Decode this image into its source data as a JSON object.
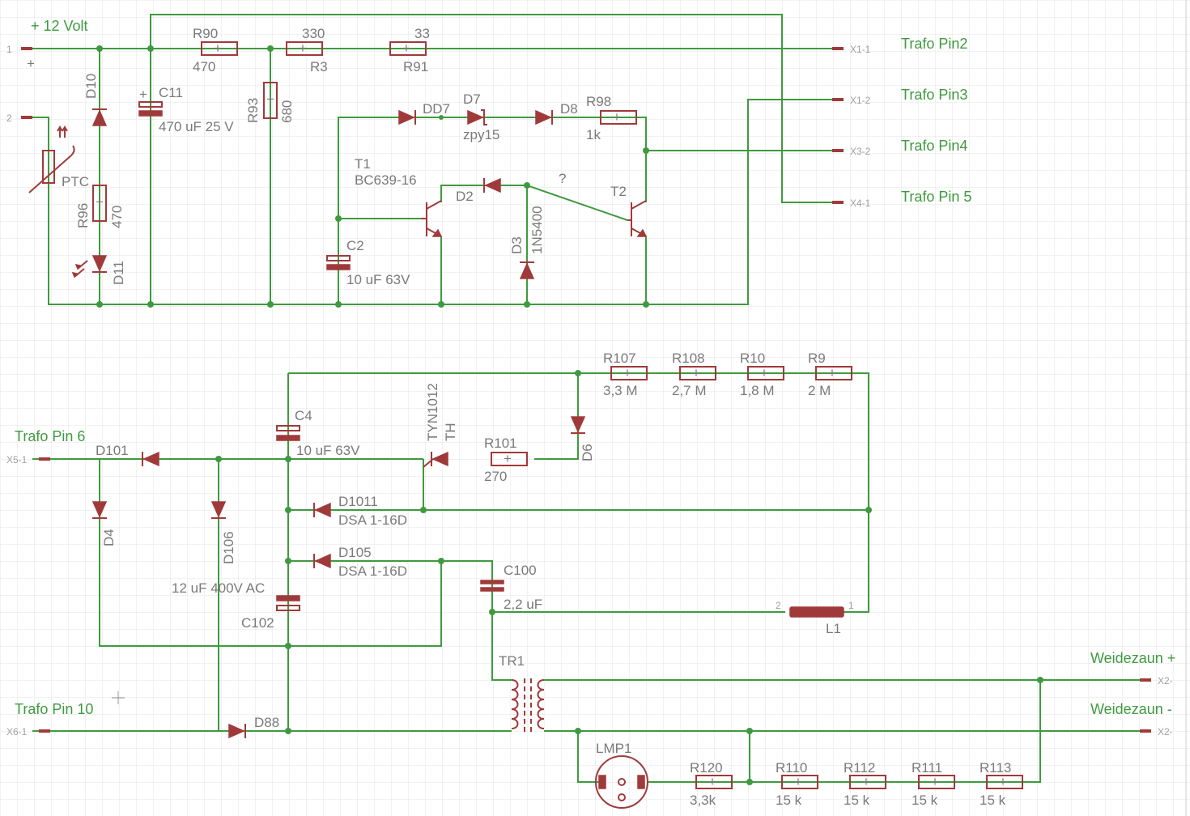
{
  "nets": {
    "v12": "+ 12 Volt",
    "pin2": "Trafo Pin2",
    "pin3": "Trafo Pin3",
    "pin4": "Trafo Pin4",
    "pin5": "Trafo Pin 5",
    "pin6": "Trafo Pin 6",
    "pin10": "Trafo Pin 10",
    "wplus": "Weidezaun +",
    "wminus": "Weidezaun -",
    "plus1": "+",
    "plus2": "+"
  },
  "connectors": {
    "x11": "X1-1",
    "x12": "X1-2",
    "x32": "X3-2",
    "x41": "X4-1",
    "x51": "X5-1",
    "x61": "X6-1",
    "x2a": "X2-",
    "x2b": "X2-",
    "p1": "1",
    "p2": "2",
    "l1p2": "2",
    "l1p1": "1"
  },
  "components": {
    "r90": {
      "name": "R90",
      "value": "470"
    },
    "r3": {
      "name": "R3",
      "value": "330"
    },
    "r91": {
      "name": "R91",
      "value": "33"
    },
    "c11": {
      "name": "C11",
      "value": "470 uF 25 V"
    },
    "r93": {
      "name": "R93",
      "value": "680"
    },
    "d10": {
      "name": "D10"
    },
    "ptc": {
      "name": "PTC"
    },
    "r96": {
      "name": "R96",
      "value": "470"
    },
    "d11": {
      "name": "D11"
    },
    "dd7": {
      "name": "DD7"
    },
    "d7": {
      "name": "D7",
      "value": "zpy15"
    },
    "d8": {
      "name": "D8"
    },
    "r98": {
      "name": "R98",
      "value": "1k"
    },
    "t1": {
      "name": "T1",
      "value": "BC639-16"
    },
    "d2": {
      "name": "D2"
    },
    "q": {
      "name": "?"
    },
    "t2": {
      "name": "T2"
    },
    "c2": {
      "name": "C2",
      "value": "10 uF 63V"
    },
    "d3": {
      "name": "D3",
      "value": "1N5400"
    },
    "r107": {
      "name": "R107",
      "value": "3,3 M"
    },
    "r108": {
      "name": "R108",
      "value": "2,7 M"
    },
    "r10": {
      "name": "R10",
      "value": "1,8 M"
    },
    "r9": {
      "name": "R9",
      "value": "2 M"
    },
    "c4": {
      "name": "C4",
      "value": "10 uF 63V"
    },
    "tyn": {
      "name": "TYN1012",
      "value": "TH"
    },
    "r101": {
      "name": "R101",
      "value": "270"
    },
    "d6": {
      "name": "D6"
    },
    "d101": {
      "name": "D101"
    },
    "d4": {
      "name": "D4"
    },
    "d106": {
      "name": "D106"
    },
    "d1011": {
      "name": "D1011",
      "value": "DSA 1-16D"
    },
    "d105": {
      "name": "D105",
      "value": "DSA 1-16D"
    },
    "c100": {
      "name": "C100",
      "value": "2,2 uF"
    },
    "c102": {
      "name": "C102",
      "value": "12 uF 400V AC"
    },
    "l1": {
      "name": "L1"
    },
    "tr1": {
      "name": "TR1"
    },
    "d88": {
      "name": "D88"
    },
    "lmp1": {
      "name": "LMP1"
    },
    "r120": {
      "name": "R120",
      "value": "3,3k"
    },
    "r110": {
      "name": "R110",
      "value": "15 k"
    },
    "r112": {
      "name": "R112",
      "value": "15 k"
    },
    "r111": {
      "name": "R111",
      "value": "15 k"
    },
    "r113": {
      "name": "R113",
      "value": "15 k"
    }
  },
  "colors": {
    "wire": "#3f9a3f",
    "component": "#a03a3a",
    "label": "#7a7a7a",
    "grid": "#e4e4e4"
  }
}
